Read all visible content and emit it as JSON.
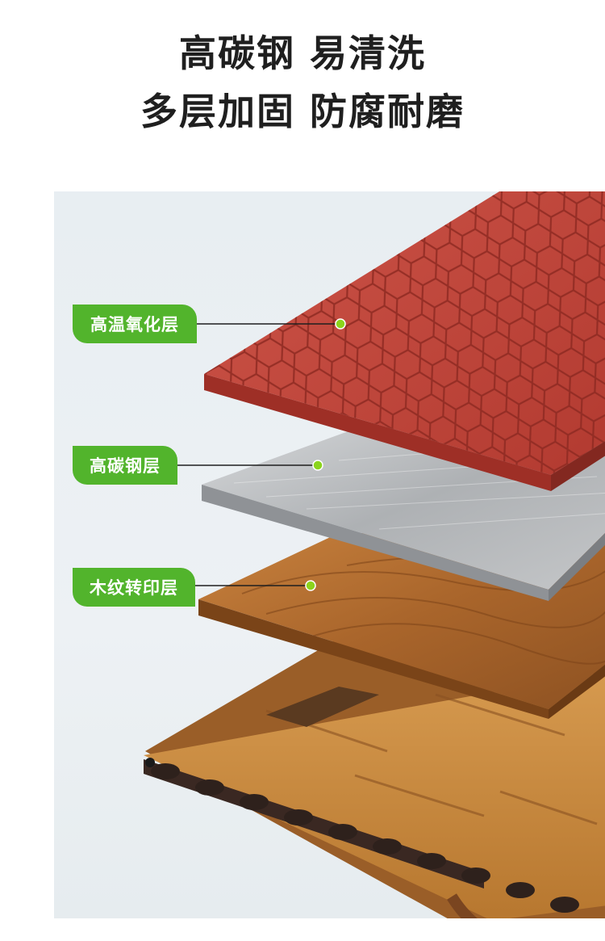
{
  "headline": {
    "line1": "高碳钢 易清洗",
    "line2": "多层加固 防腐耐磨"
  },
  "layers": [
    {
      "label": "高温氧化层",
      "color": "#c1443a"
    },
    {
      "label": "高碳钢层",
      "color": "#b9bcbf"
    },
    {
      "label": "木纹转印层",
      "color": "#b06a2e"
    }
  ],
  "colors": {
    "badge": "#52b42c",
    "marker": "#8bd41c",
    "panel_bg": "#e9eff3"
  }
}
